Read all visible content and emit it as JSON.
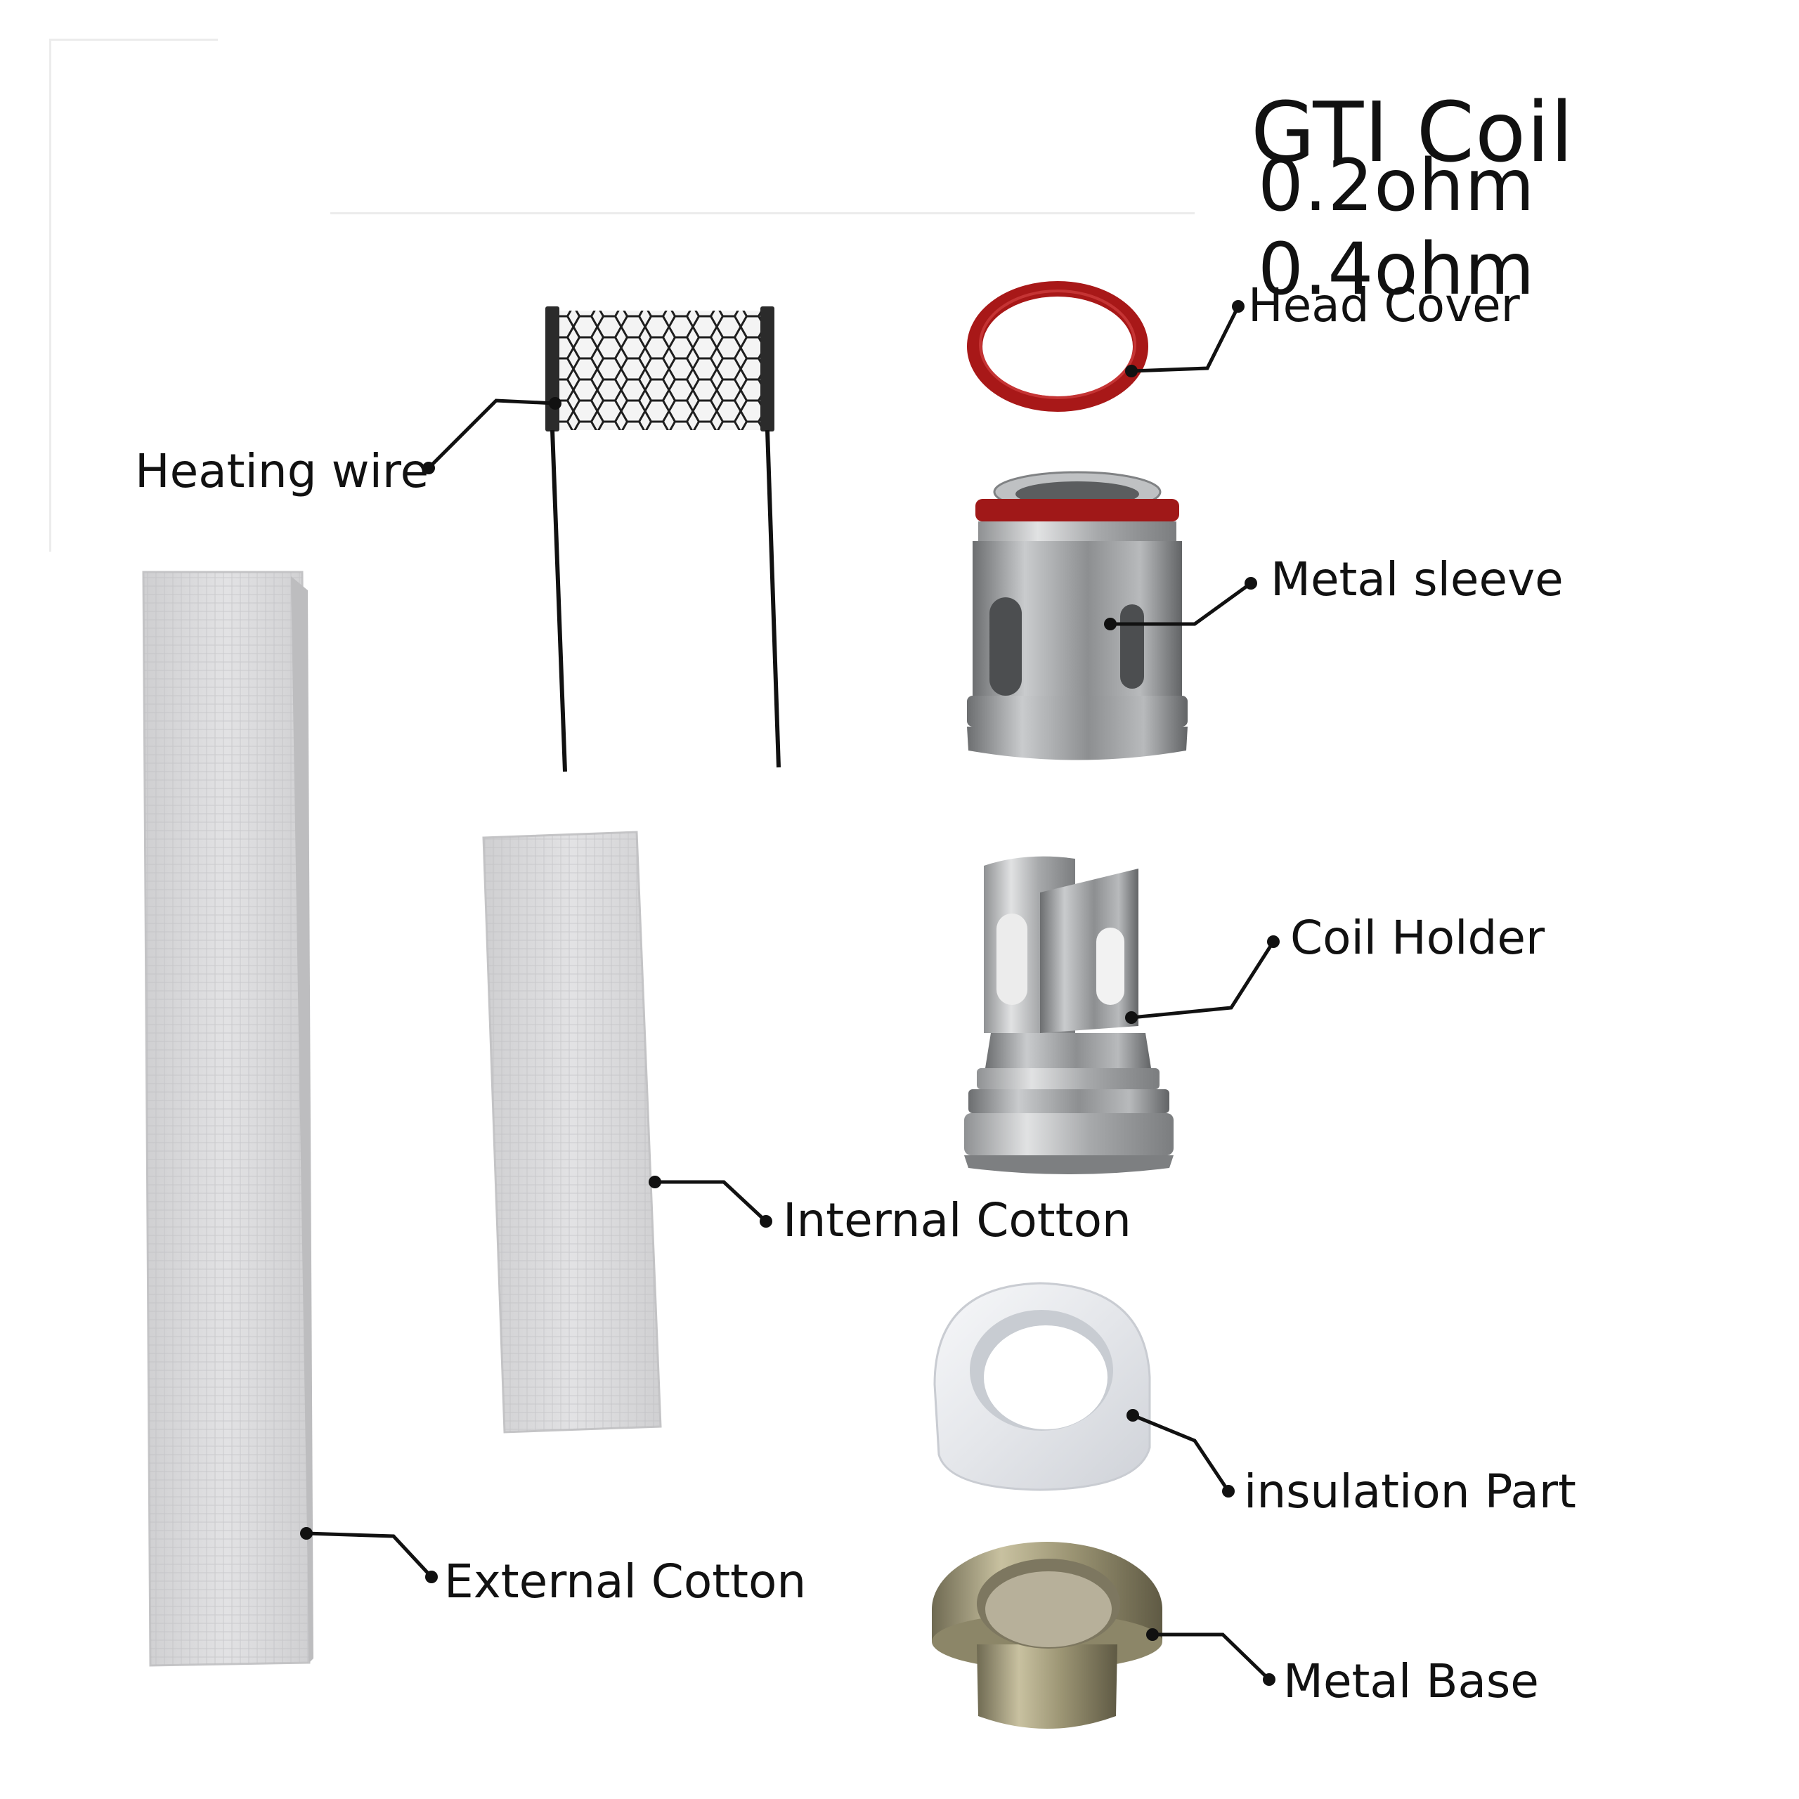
{
  "header": {
    "title": "GTI Coil",
    "subtitle": "0.2ohm 0.4ohm"
  },
  "parts": [
    {
      "id": "head-cover",
      "label": "Head Cover",
      "icon": "o-ring-icon",
      "color": "#b41e1e"
    },
    {
      "id": "metal-sleeve",
      "label": "Metal sleeve",
      "icon": "metal-sleeve-icon",
      "color": "#8a8c8e"
    },
    {
      "id": "coil-holder",
      "label": "Coil Holder",
      "icon": "coil-holder-icon",
      "color": "#a3a5a7"
    },
    {
      "id": "internal-cotton",
      "label": "Internal Cotton",
      "icon": "cotton-strip-icon",
      "color": "#d8d8da"
    },
    {
      "id": "insulation-part",
      "label": "insulation Part",
      "icon": "insulation-ring-icon",
      "color": "#e6e7ea"
    },
    {
      "id": "metal-base",
      "label": "Metal Base",
      "icon": "metal-base-icon",
      "color": "#9c9474"
    },
    {
      "id": "heating-wire",
      "label": "Heating wire",
      "icon": "mesh-coil-icon",
      "color": "#2b2b2b"
    },
    {
      "id": "external-cotton",
      "label": "External Cotton",
      "icon": "cotton-strip-icon",
      "color": "#d8d8da"
    }
  ]
}
